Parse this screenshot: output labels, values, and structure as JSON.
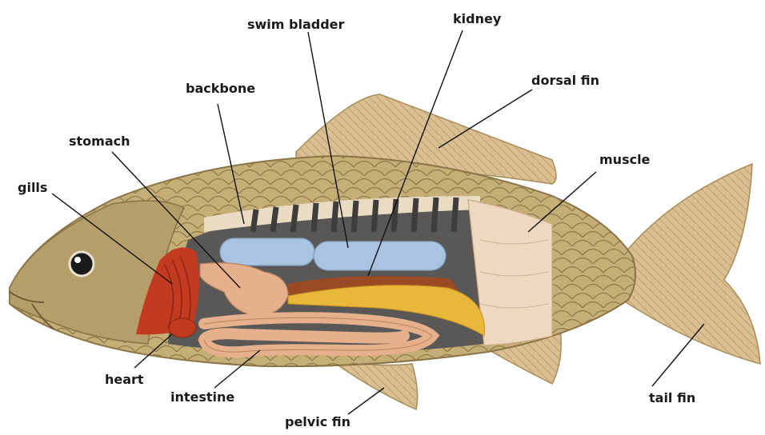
{
  "labels": {
    "swim_bladder": "swim bladder",
    "kidney": "kidney",
    "dorsal_fin": "dorsal fin",
    "backbone": "backbone",
    "stomach": "stomach",
    "muscle": "muscle",
    "gills": "gills",
    "heart": "heart",
    "intestine": "intestine",
    "pelvic_fin": "pelvic fin",
    "tail_fin": "tail fin"
  },
  "colors": {
    "scales": "#c4ab72",
    "fin": "#d6b98a",
    "body_cavity": "#5a5856",
    "swim_bladder": "#a9c3e0",
    "kidney": "#9a4a25",
    "gonad": "#e8b83a",
    "gills": "#c23a1f",
    "intestine": "#e7b08d",
    "muscle": "#eed8bf"
  }
}
